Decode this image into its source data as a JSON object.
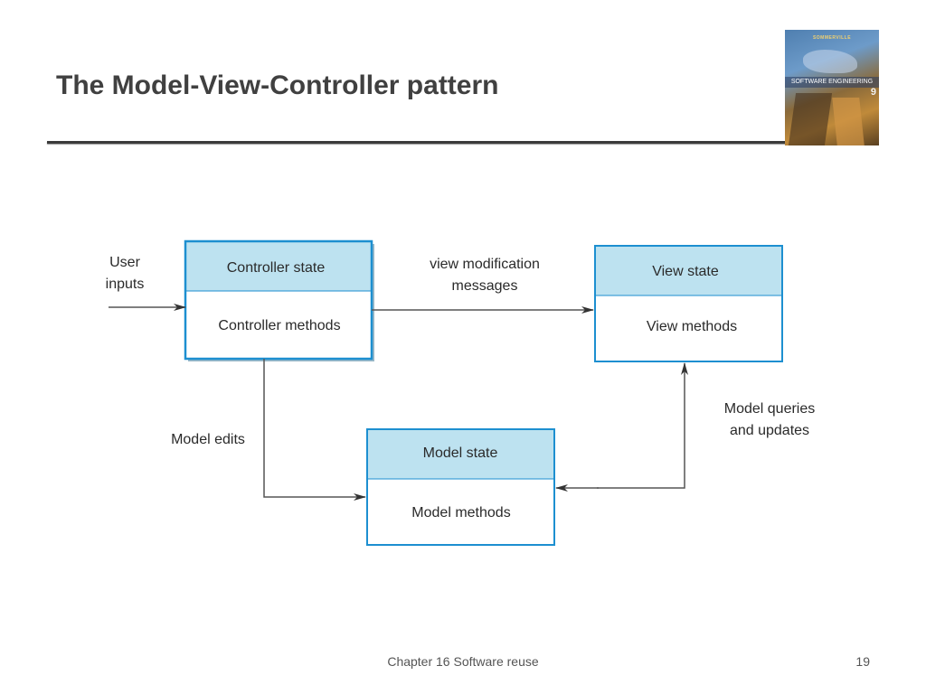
{
  "slide": {
    "title": "The Model-View-Controller pattern",
    "footer": "Chapter 16 Software reuse",
    "page_number": "19"
  },
  "cover": {
    "brand": "SOMMERVILLE",
    "title": "SOFTWARE ENGINEERING",
    "edition": "9"
  },
  "diagram": {
    "colors": {
      "box_border": "#1d8fd0",
      "box_header": "#bde2f0",
      "line": "#555555"
    },
    "boxes": {
      "controller": {
        "state": "Controller state",
        "methods": "Controller methods"
      },
      "view": {
        "state": "View state",
        "methods": "View methods"
      },
      "model": {
        "state": "Model state",
        "methods": "Model methods"
      }
    },
    "labels": {
      "user_inputs": [
        "User",
        "inputs"
      ],
      "view_modification": [
        "view modification",
        "messages"
      ],
      "model_edits": "Model edits",
      "model_queries": [
        "Model queries",
        "and updates"
      ]
    }
  }
}
